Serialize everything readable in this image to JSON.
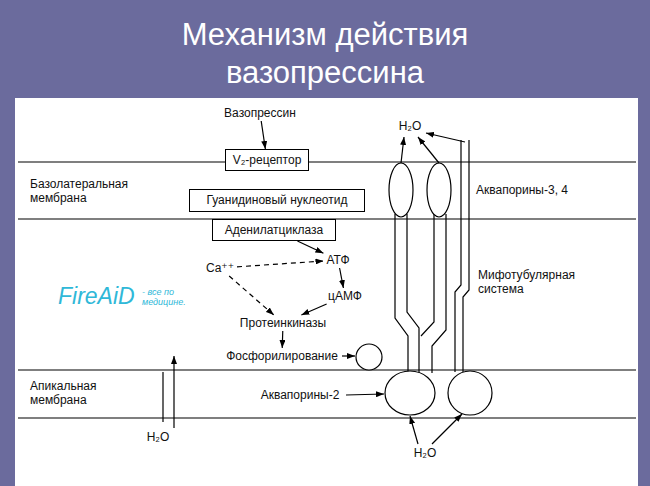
{
  "diagram": {
    "title": "Механизм действия вазопрессина",
    "nodes": [
      {
        "text": [
          "Вазопрессин"
        ]
      },
      {
        "text": [
          "V₂-рецептор"
        ]
      },
      {
        "text": [
          "Гуанидиновый нуклеотид"
        ]
      },
      {
        "text": [
          "Аденилатциклаза"
        ]
      },
      {
        "text": [
          "Ca⁺⁺"
        ]
      },
      {
        "text": [
          "АТФ"
        ]
      },
      {
        "text": [
          "цАМФ"
        ]
      },
      {
        "text": [
          "Протеинкиназы"
        ]
      },
      {
        "text": [
          "Фосфорилирование"
        ]
      }
    ],
    "edges": [
      {
        "from": 0,
        "to": 1,
        "arrow": "to"
      },
      {
        "from": 3,
        "to": 5,
        "arrow": "to"
      },
      {
        "from": 4,
        "to": 5,
        "arrow": "to"
      },
      {
        "from": 5,
        "to": 6,
        "arrow": "to"
      },
      {
        "from": 4,
        "to": 7,
        "arrow": "to"
      },
      {
        "from": 6,
        "to": 7,
        "arrow": "to"
      },
      {
        "from": 7,
        "to": 8,
        "arrow": "to"
      }
    ],
    "labels": [
      "H₂O",
      "Базолатеральная мембрана",
      "Аквапорины-3, 4",
      "FireAiD",
      "- все по медицине.",
      "Мифотубулярная система",
      "Апикальная мембрана",
      "Аквапорины-2",
      "H₂O",
      "H₂O"
    ]
  }
}
